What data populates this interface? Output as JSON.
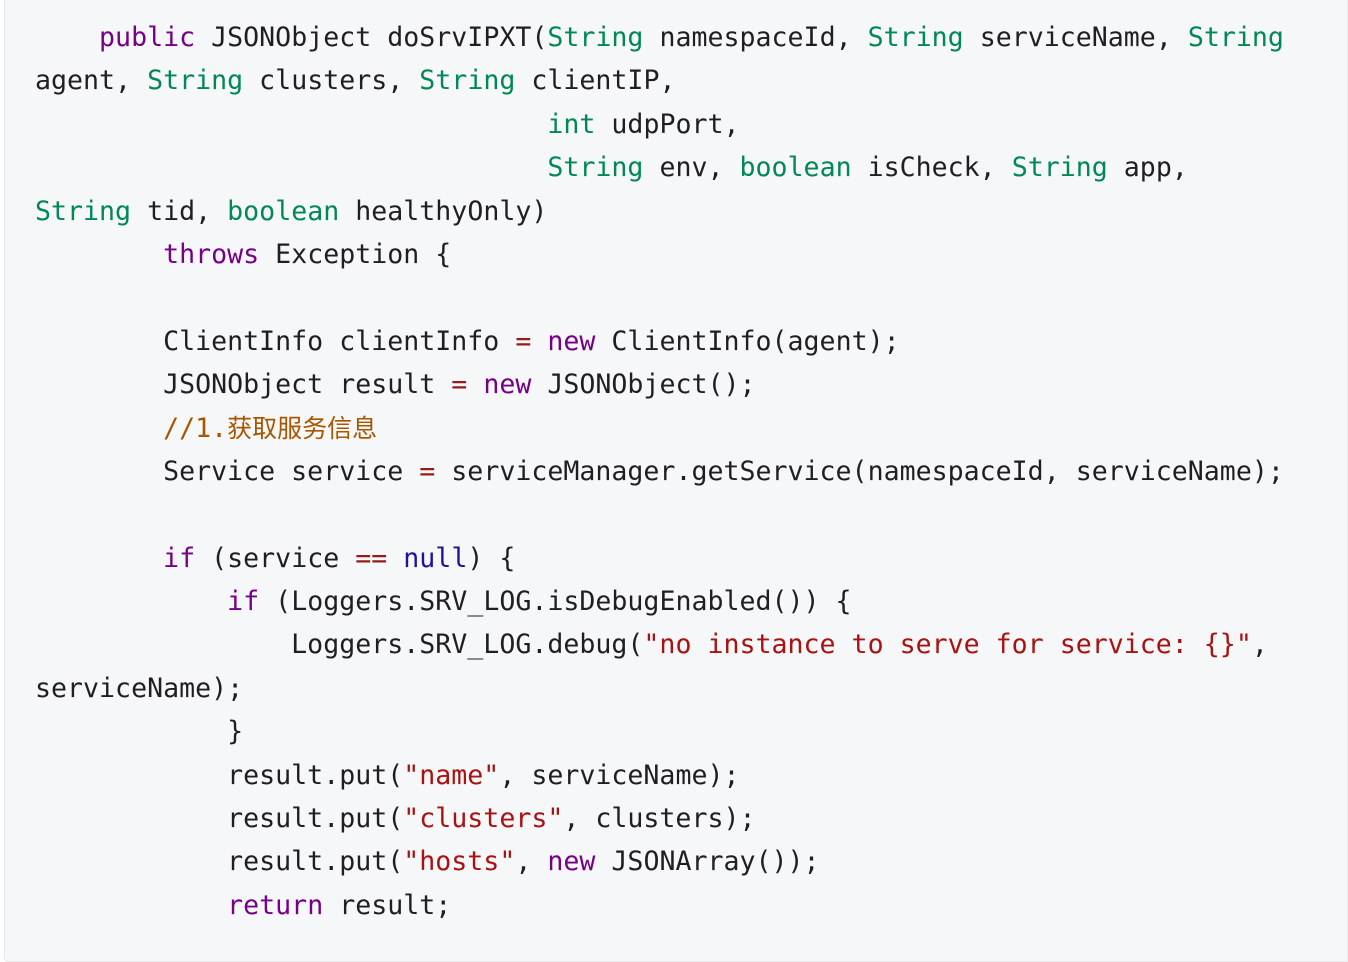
{
  "code": {
    "language": "java",
    "lines": [
      [
        {
          "t": "    "
        },
        {
          "t": "public",
          "c": "kw"
        },
        {
          "t": " JSONObject doSrvIPXT("
        },
        {
          "t": "String",
          "c": "ty"
        },
        {
          "t": " namespaceId, "
        },
        {
          "t": "String",
          "c": "ty"
        },
        {
          "t": " serviceName, "
        },
        {
          "t": "String",
          "c": "ty"
        }
      ],
      [
        {
          "t": "agent, "
        },
        {
          "t": "String",
          "c": "ty"
        },
        {
          "t": " clusters, "
        },
        {
          "t": "String",
          "c": "ty"
        },
        {
          "t": " clientIP,"
        }
      ],
      [
        {
          "t": "                                "
        },
        {
          "t": "int",
          "c": "ty"
        },
        {
          "t": " udpPort,"
        }
      ],
      [
        {
          "t": "                                "
        },
        {
          "t": "String",
          "c": "ty"
        },
        {
          "t": " env, "
        },
        {
          "t": "boolean",
          "c": "ty"
        },
        {
          "t": " isCheck, "
        },
        {
          "t": "String",
          "c": "ty"
        },
        {
          "t": " app,"
        }
      ],
      [
        {
          "t": "String",
          "c": "ty"
        },
        {
          "t": " tid, "
        },
        {
          "t": "boolean",
          "c": "ty"
        },
        {
          "t": " healthyOnly)"
        }
      ],
      [
        {
          "t": "        "
        },
        {
          "t": "throws",
          "c": "kw"
        },
        {
          "t": " Exception {"
        }
      ],
      [],
      [
        {
          "t": "        ClientInfo clientInfo "
        },
        {
          "t": "=",
          "c": "op"
        },
        {
          "t": " "
        },
        {
          "t": "new",
          "c": "kw"
        },
        {
          "t": " ClientInfo(agent);"
        }
      ],
      [
        {
          "t": "        JSONObject result "
        },
        {
          "t": "=",
          "c": "op"
        },
        {
          "t": " "
        },
        {
          "t": "new",
          "c": "kw"
        },
        {
          "t": " JSONObject();"
        }
      ],
      [
        {
          "t": "        "
        },
        {
          "t": "//1.",
          "c": "cm"
        },
        {
          "t": "获取服务信息",
          "c": "cm cm-cn"
        }
      ],
      [
        {
          "t": "        Service service "
        },
        {
          "t": "=",
          "c": "op"
        },
        {
          "t": " serviceManager.getService(namespaceId, serviceName);"
        }
      ],
      [],
      [
        {
          "t": "        "
        },
        {
          "t": "if",
          "c": "kw"
        },
        {
          "t": " (service "
        },
        {
          "t": "==",
          "c": "op"
        },
        {
          "t": " "
        },
        {
          "t": "null",
          "c": "lit"
        },
        {
          "t": ") {"
        }
      ],
      [
        {
          "t": "            "
        },
        {
          "t": "if",
          "c": "kw"
        },
        {
          "t": " (Loggers.SRV_LOG.isDebugEnabled()) {"
        }
      ],
      [
        {
          "t": "                Loggers.SRV_LOG.debug("
        },
        {
          "t": "\"no instance to serve for service: {}\"",
          "c": "str"
        },
        {
          "t": ","
        }
      ],
      [
        {
          "t": "serviceName);"
        }
      ],
      [
        {
          "t": "            }"
        }
      ],
      [
        {
          "t": "            result.put("
        },
        {
          "t": "\"name\"",
          "c": "str"
        },
        {
          "t": ", serviceName);"
        }
      ],
      [
        {
          "t": "            result.put("
        },
        {
          "t": "\"clusters\"",
          "c": "str"
        },
        {
          "t": ", clusters);"
        }
      ],
      [
        {
          "t": "            result.put("
        },
        {
          "t": "\"hosts\"",
          "c": "str"
        },
        {
          "t": ", "
        },
        {
          "t": "new",
          "c": "kw"
        },
        {
          "t": " JSONArray());"
        }
      ],
      [
        {
          "t": "            "
        },
        {
          "t": "return",
          "c": "kw"
        },
        {
          "t": " result;"
        }
      ]
    ]
  },
  "colors": {
    "keyword": "#770088",
    "type": "#008855",
    "literal": "#221199",
    "string": "#aa1111",
    "comment": "#aa5500",
    "operator": "#981a1a",
    "text": "#1f1f1f",
    "background": "#f6f7f9"
  }
}
